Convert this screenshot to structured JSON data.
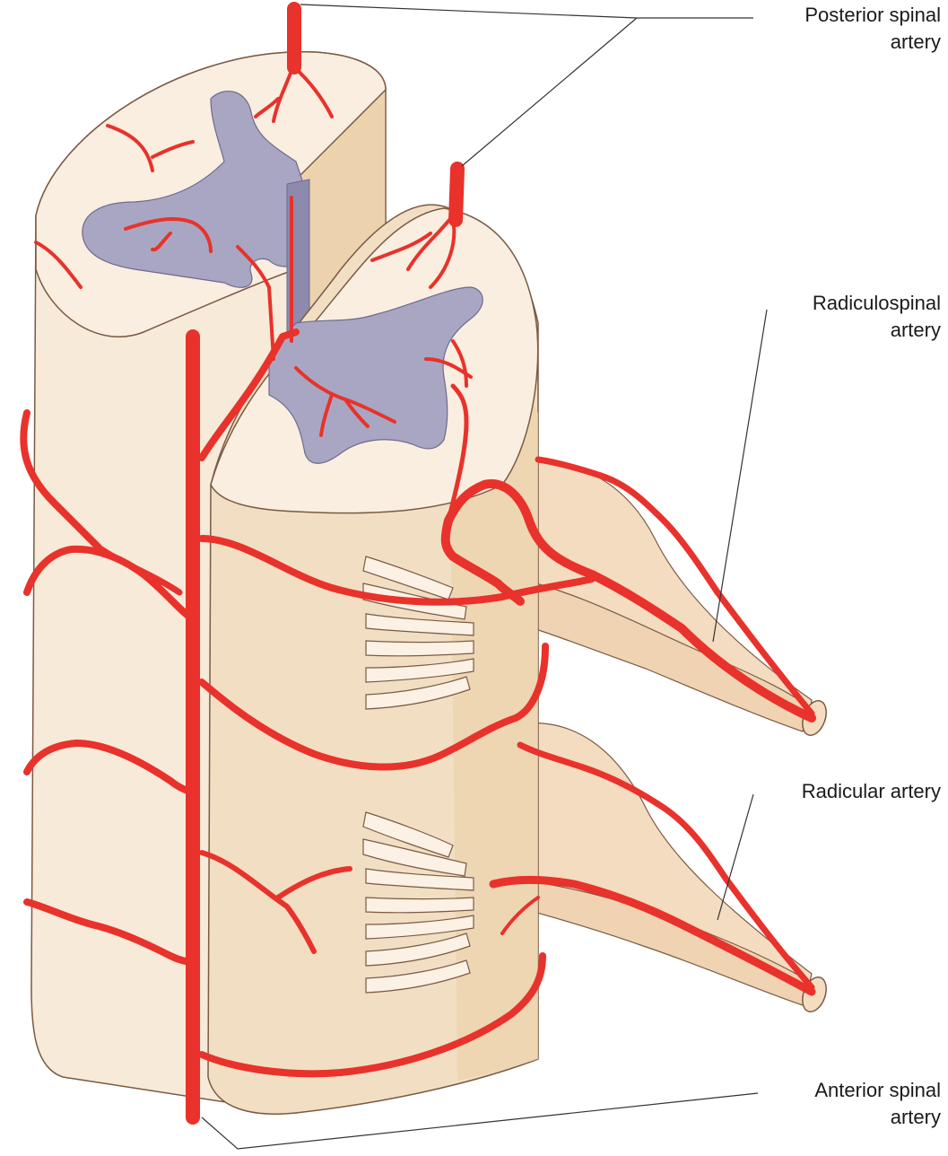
{
  "labels": {
    "posterior_spinal": {
      "line1": "Posterior spinal",
      "line2": "artery"
    },
    "radiculospinal": {
      "line1": "Radiculospinal",
      "line2": "artery"
    },
    "radicular": {
      "line1": "Radicular artery"
    },
    "anterior_spinal": {
      "line1": "Anterior spinal",
      "line2": "artery"
    }
  },
  "colors": {
    "artery": "#e8322b",
    "artery_dark": "#c21f1a",
    "cord": "#f7ead8",
    "cord_side": "#ecd3ae",
    "grey_matter": "#a9a6c3",
    "grey_matter_side": "#8e8aad",
    "outline": "#7a5a45",
    "leader": "#333333"
  }
}
